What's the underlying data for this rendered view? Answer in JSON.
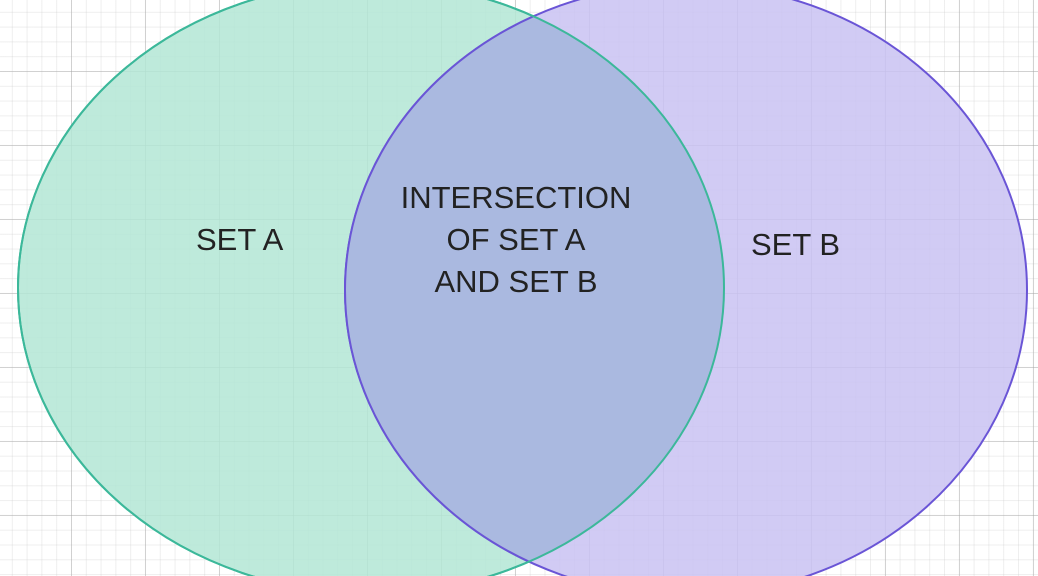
{
  "diagram": {
    "type": "venn",
    "colors": {
      "set_a_fill": "#b3e6d5",
      "set_a_stroke": "#3cb89a",
      "set_b_fill": "#c9c2f2",
      "set_b_stroke": "#6a55d6",
      "intersection_fill": "#a9b8de"
    },
    "set_a": {
      "label": "SET A"
    },
    "set_b": {
      "label": "SET B"
    },
    "intersection": {
      "lines": [
        "INTERSECTION",
        "OF SET A",
        "AND SET B"
      ]
    }
  }
}
